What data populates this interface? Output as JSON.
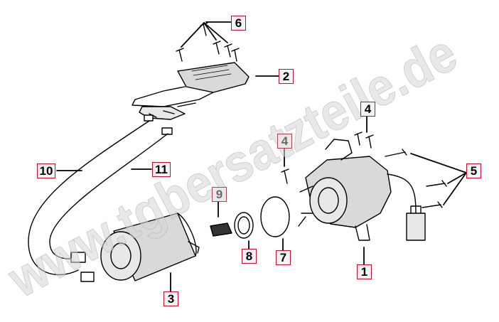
{
  "diagram": {
    "watermark": "www.tgbersatzteile.de",
    "colors": {
      "callout_border": "#c8102e",
      "line": "#000000",
      "part_fill": "#d9d9d9",
      "watermark": "#dcdcdc"
    },
    "callouts": [
      {
        "id": "1",
        "label": "1"
      },
      {
        "id": "2",
        "label": "2"
      },
      {
        "id": "3",
        "label": "3"
      },
      {
        "id": "4a",
        "label": "4"
      },
      {
        "id": "4b",
        "label": "4"
      },
      {
        "id": "5",
        "label": "5"
      },
      {
        "id": "6",
        "label": "6"
      },
      {
        "id": "7",
        "label": "7"
      },
      {
        "id": "8",
        "label": "8"
      },
      {
        "id": "9",
        "label": "9"
      },
      {
        "id": "10",
        "label": "10"
      },
      {
        "id": "11",
        "label": "11"
      }
    ]
  }
}
